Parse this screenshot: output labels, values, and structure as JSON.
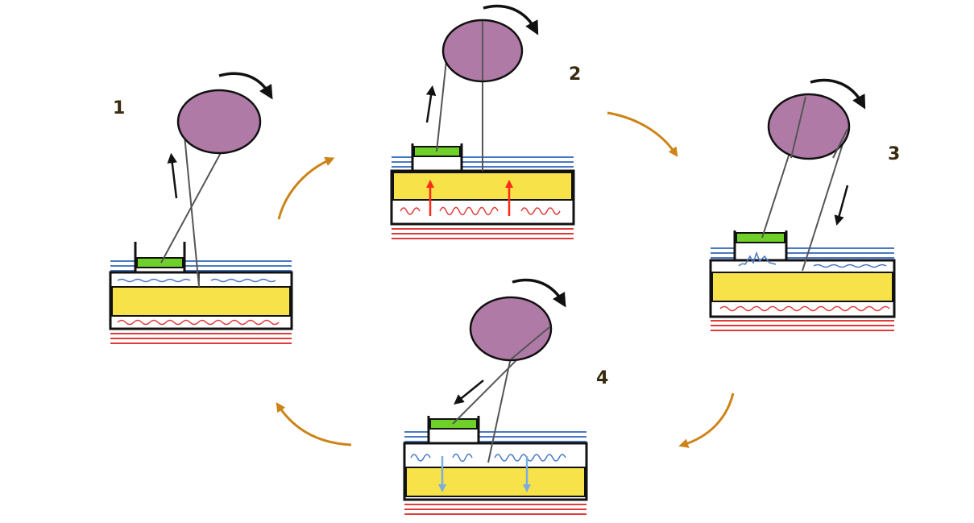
{
  "steps": [
    {
      "label": "1"
    },
    {
      "label": "2"
    },
    {
      "label": "3"
    },
    {
      "label": "4"
    }
  ],
  "colors": {
    "wheel": "#b07aa6",
    "piston": "#6fd02a",
    "chamber": "#f8e24a",
    "cold_lines": "#4a78c4",
    "hot_lines": "#e03a3a",
    "heat_up_arrow": "#ff2a1a",
    "heat_down_arrow": "#7aaee0",
    "cycle_arrow": "#cc8418",
    "outline": "#111111"
  },
  "icons": [
    "flywheel-icon",
    "rotation-arrow-icon",
    "piston-icon",
    "cycle-arrow-icon",
    "heat-arrow-icon"
  ]
}
